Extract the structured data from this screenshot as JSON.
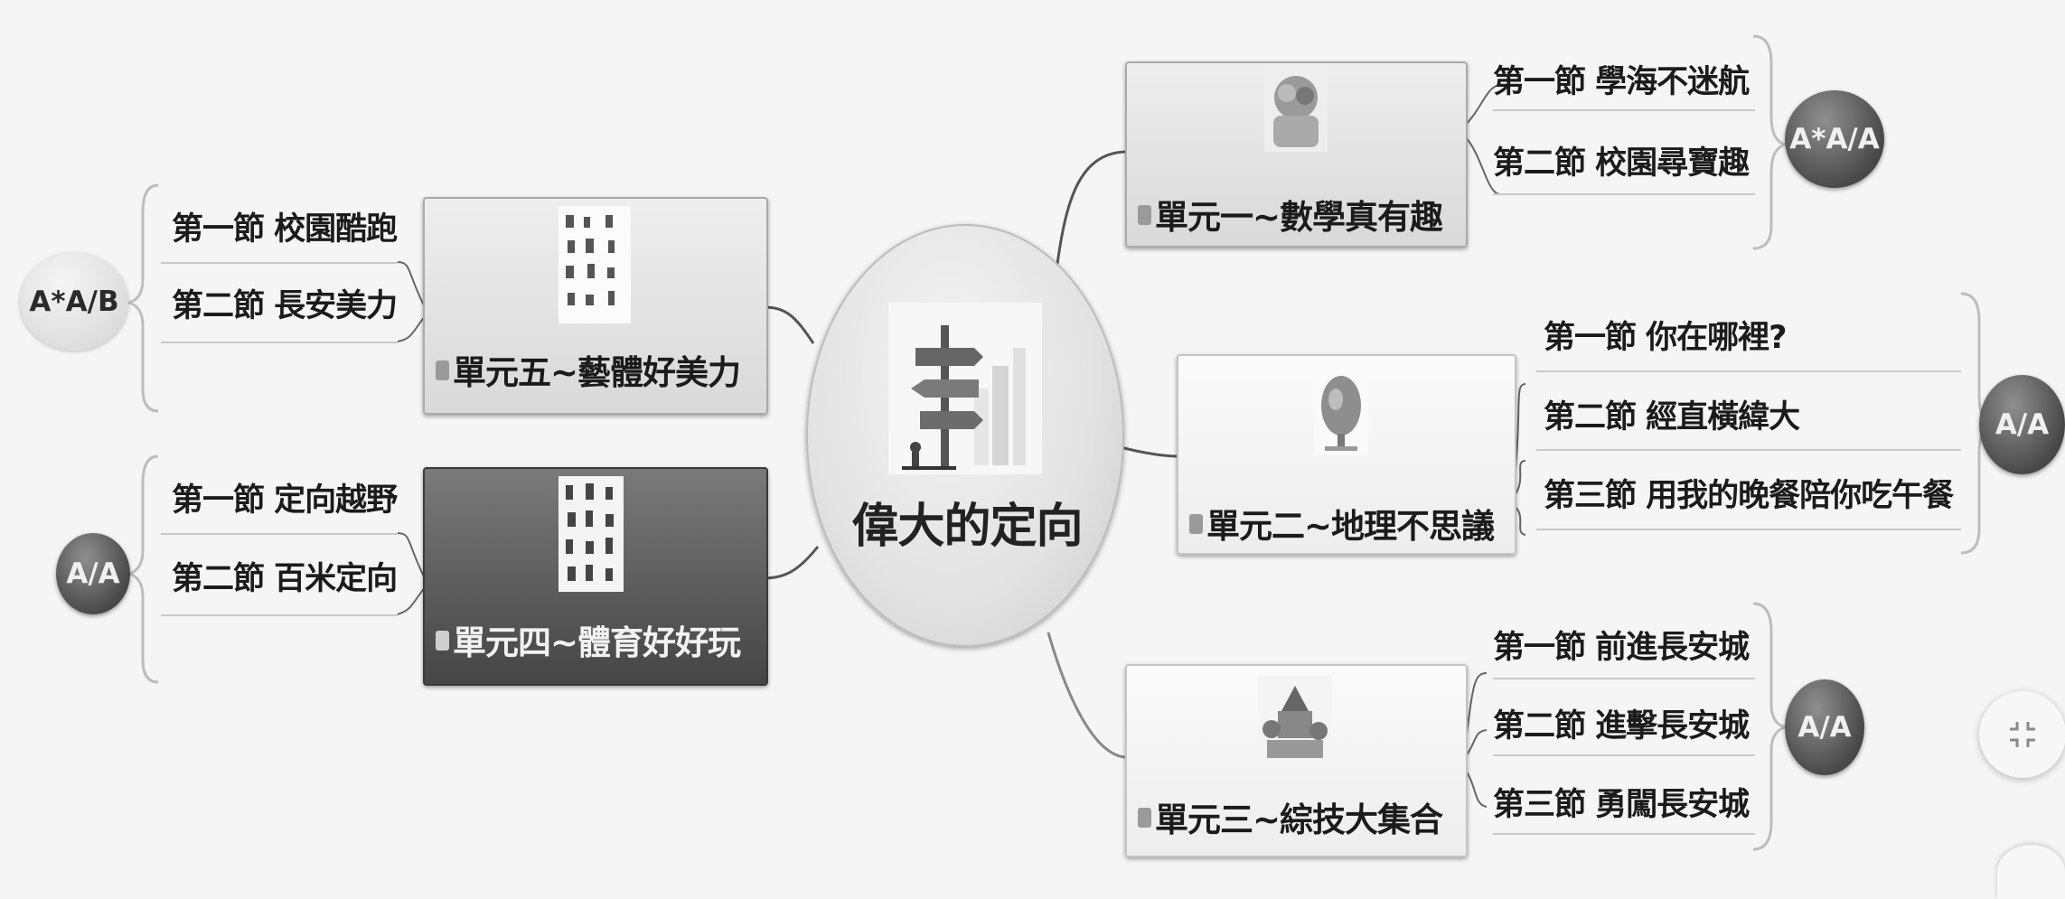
{
  "center": {
    "title": "偉大的定向"
  },
  "units": [
    {
      "id": "u1",
      "badge": "1",
      "label": "單元一~數學真有趣",
      "sections": [
        "第一節 學海不迷航",
        "第二節 校園尋寶趣"
      ],
      "grade": "A*A/A"
    },
    {
      "id": "u2",
      "badge": "2",
      "label": "單元二~地理不思議",
      "sections": [
        "第一節 你在哪裡?",
        "第二節 經直橫緯大",
        "第三節 用我的晚餐陪你吃午餐"
      ],
      "grade": "A/A"
    },
    {
      "id": "u3",
      "badge": "3",
      "label": "單元三~綜技大集合",
      "sections": [
        "第一節 前進長安城",
        "第二節 進擊長安城",
        "第三節 勇闖長安城"
      ],
      "grade": "A/A"
    },
    {
      "id": "u4",
      "badge": "4",
      "label": "單元四~體育好好玩",
      "sections": [
        "第一節 定向越野",
        "第二節 百米定向"
      ],
      "grade": "A/A"
    },
    {
      "id": "u5",
      "badge": "5",
      "label": "單元五~藝體好美力",
      "sections": [
        "第一節 校園酷跑",
        "第二節 長安美力"
      ],
      "grade": "A*A/B"
    }
  ],
  "icons": {
    "collapse": "collapse-arrows-icon",
    "center_image": "signpost-icon"
  }
}
